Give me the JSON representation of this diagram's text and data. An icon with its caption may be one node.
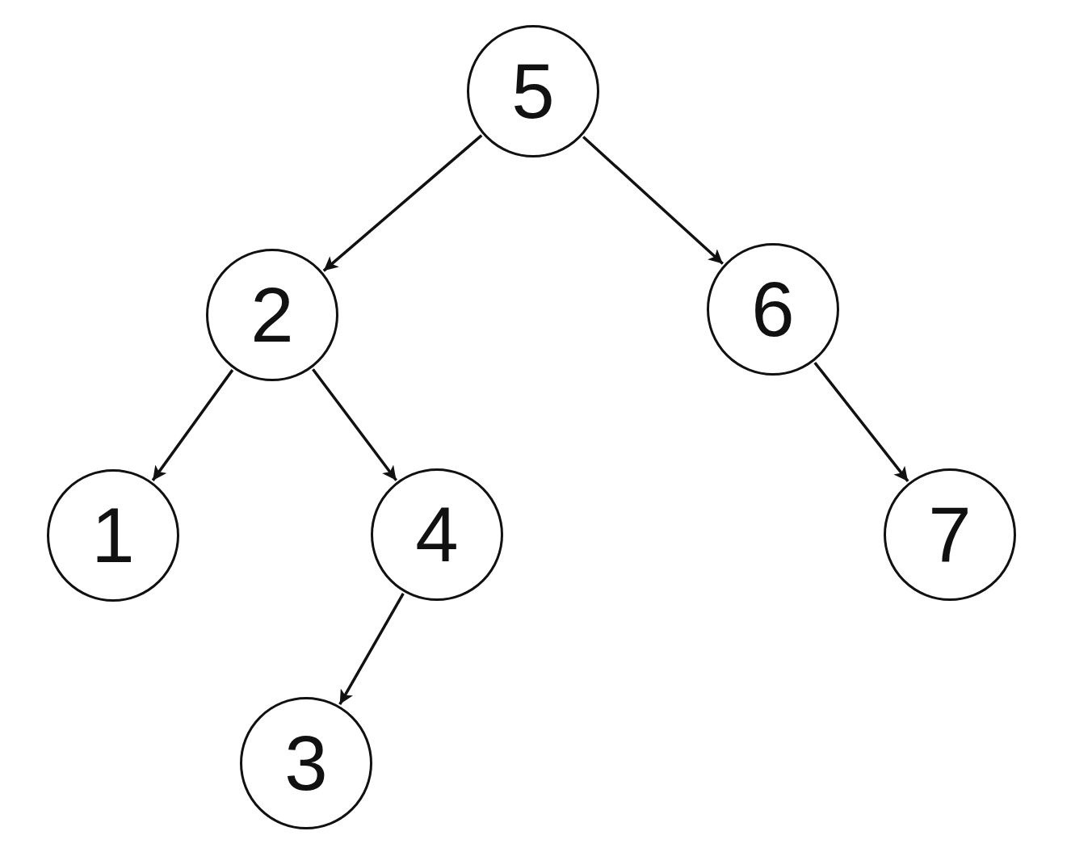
{
  "diagram": {
    "nodes": [
      {
        "text": [
          "5"
        ]
      },
      {
        "text": [
          "2"
        ]
      },
      {
        "text": [
          "6"
        ]
      },
      {
        "text": [
          "1"
        ]
      },
      {
        "text": [
          "4"
        ]
      },
      {
        "text": [
          "7"
        ]
      },
      {
        "text": [
          "3"
        ]
      }
    ],
    "edges": [
      {
        "from": 0,
        "to": 1,
        "arrow": "to"
      },
      {
        "from": 0,
        "to": 2,
        "arrow": "to"
      },
      {
        "from": 1,
        "to": 3,
        "arrow": "to"
      },
      {
        "from": 1,
        "to": 4,
        "arrow": "to"
      },
      {
        "from": 2,
        "to": 5,
        "arrow": "to"
      },
      {
        "from": 4,
        "to": 6,
        "arrow": "to"
      }
    ]
  }
}
